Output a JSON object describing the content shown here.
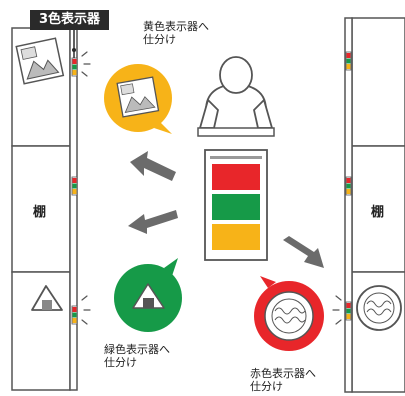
{
  "title_badge": "3色表示器",
  "shelf_label_left": "棚",
  "shelf_label_right": "棚",
  "sort_yellow": {
    "line1": "黄色表示器へ",
    "line2": "仕分け"
  },
  "sort_green": {
    "line1": "緑色表示器へ",
    "line2": "仕分け"
  },
  "sort_red": {
    "line1": "赤色表示器へ",
    "line2": "仕分け"
  },
  "colors": {
    "red": "#e8262a",
    "green": "#169a48",
    "yellow": "#f7b318",
    "outline": "#555555",
    "arrow": "#6b6b6b"
  }
}
